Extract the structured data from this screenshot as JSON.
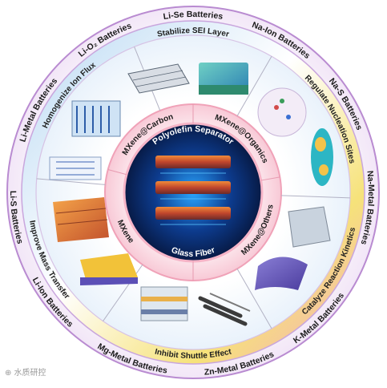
{
  "outer_ring": [
    {
      "text": "Li-Se Batteries",
      "angle": 0
    },
    {
      "text": "Na-Ion Batteries",
      "angle": 30
    },
    {
      "text": "Na-S Batteries",
      "angle": 60
    },
    {
      "text": "Na-Metal Batteries",
      "angle": 95
    },
    {
      "text": "K-Metal Batteries",
      "angle": 135
    },
    {
      "text": "Zn-Metal Batteries",
      "angle": 165
    },
    {
      "text": "Mg-Metal Batteries",
      "angle": 200
    },
    {
      "text": "Li-Ion Batteries",
      "angle": 232
    },
    {
      "text": "Li-S Batteries",
      "angle": 262
    },
    {
      "text": "Li-Metal Batteries",
      "angle": 298
    },
    {
      "text": "Li-O₂ Batteries",
      "angle": 330
    }
  ],
  "mid_ring": [
    {
      "text": "Stabilize SEI Layer",
      "angle": 0
    },
    {
      "text": "Regulate Nucleation Sites",
      "angle": 62
    },
    {
      "text": "Catalyze Reaction Kinetics",
      "angle": 120
    },
    {
      "text": "Inhibit Shuttle Effect",
      "angle": 180
    },
    {
      "text": "Improve Mass Transfer",
      "angle": 245
    },
    {
      "text": "Homogenize Ion Flux",
      "angle": 308
    }
  ],
  "inner_ring": [
    {
      "text": "MXene@Carbon",
      "angle": -38
    },
    {
      "text": "MXene@Organics",
      "angle": 42
    },
    {
      "text": "MXene@Others",
      "angle": 120
    },
    {
      "text": "MXene",
      "angle": 240
    }
  ],
  "separators": {
    "top": "Polyolefin Separator",
    "bottom": "Glass Fiber"
  },
  "watermark": "⊕ 水质研控",
  "colors": {
    "outer_border": "#9b59b6",
    "ring_pink": "#f4a9c2",
    "ring_blue": "#b9d9f3",
    "ring_yellow": "#f6e27a",
    "core_dark": "#0b2a6b",
    "core_glow": "#3fb3ff"
  }
}
